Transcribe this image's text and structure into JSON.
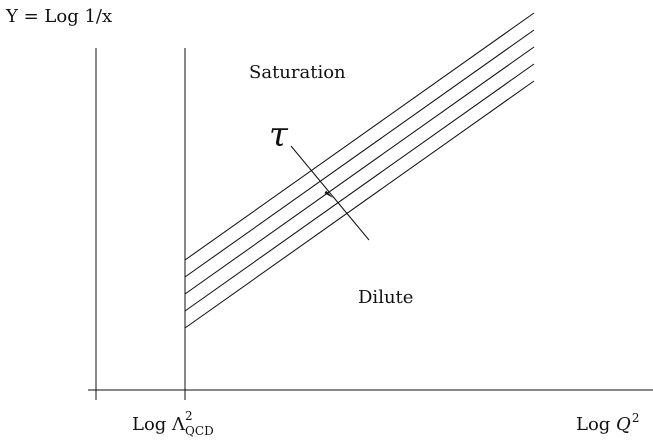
{
  "diagram": {
    "y_axis_label": "Y = Log 1/x",
    "x_axis_label": {
      "prefix": "Log ",
      "var": "Q",
      "sup": "2"
    },
    "boundary_label": {
      "prefix": "Log ",
      "symbol": "Λ",
      "sup": "2",
      "sub": "QCD"
    },
    "region_upper": "Saturation",
    "region_lower": "Dilute",
    "scaling_variable": "τ",
    "iso_line_count": 5
  }
}
